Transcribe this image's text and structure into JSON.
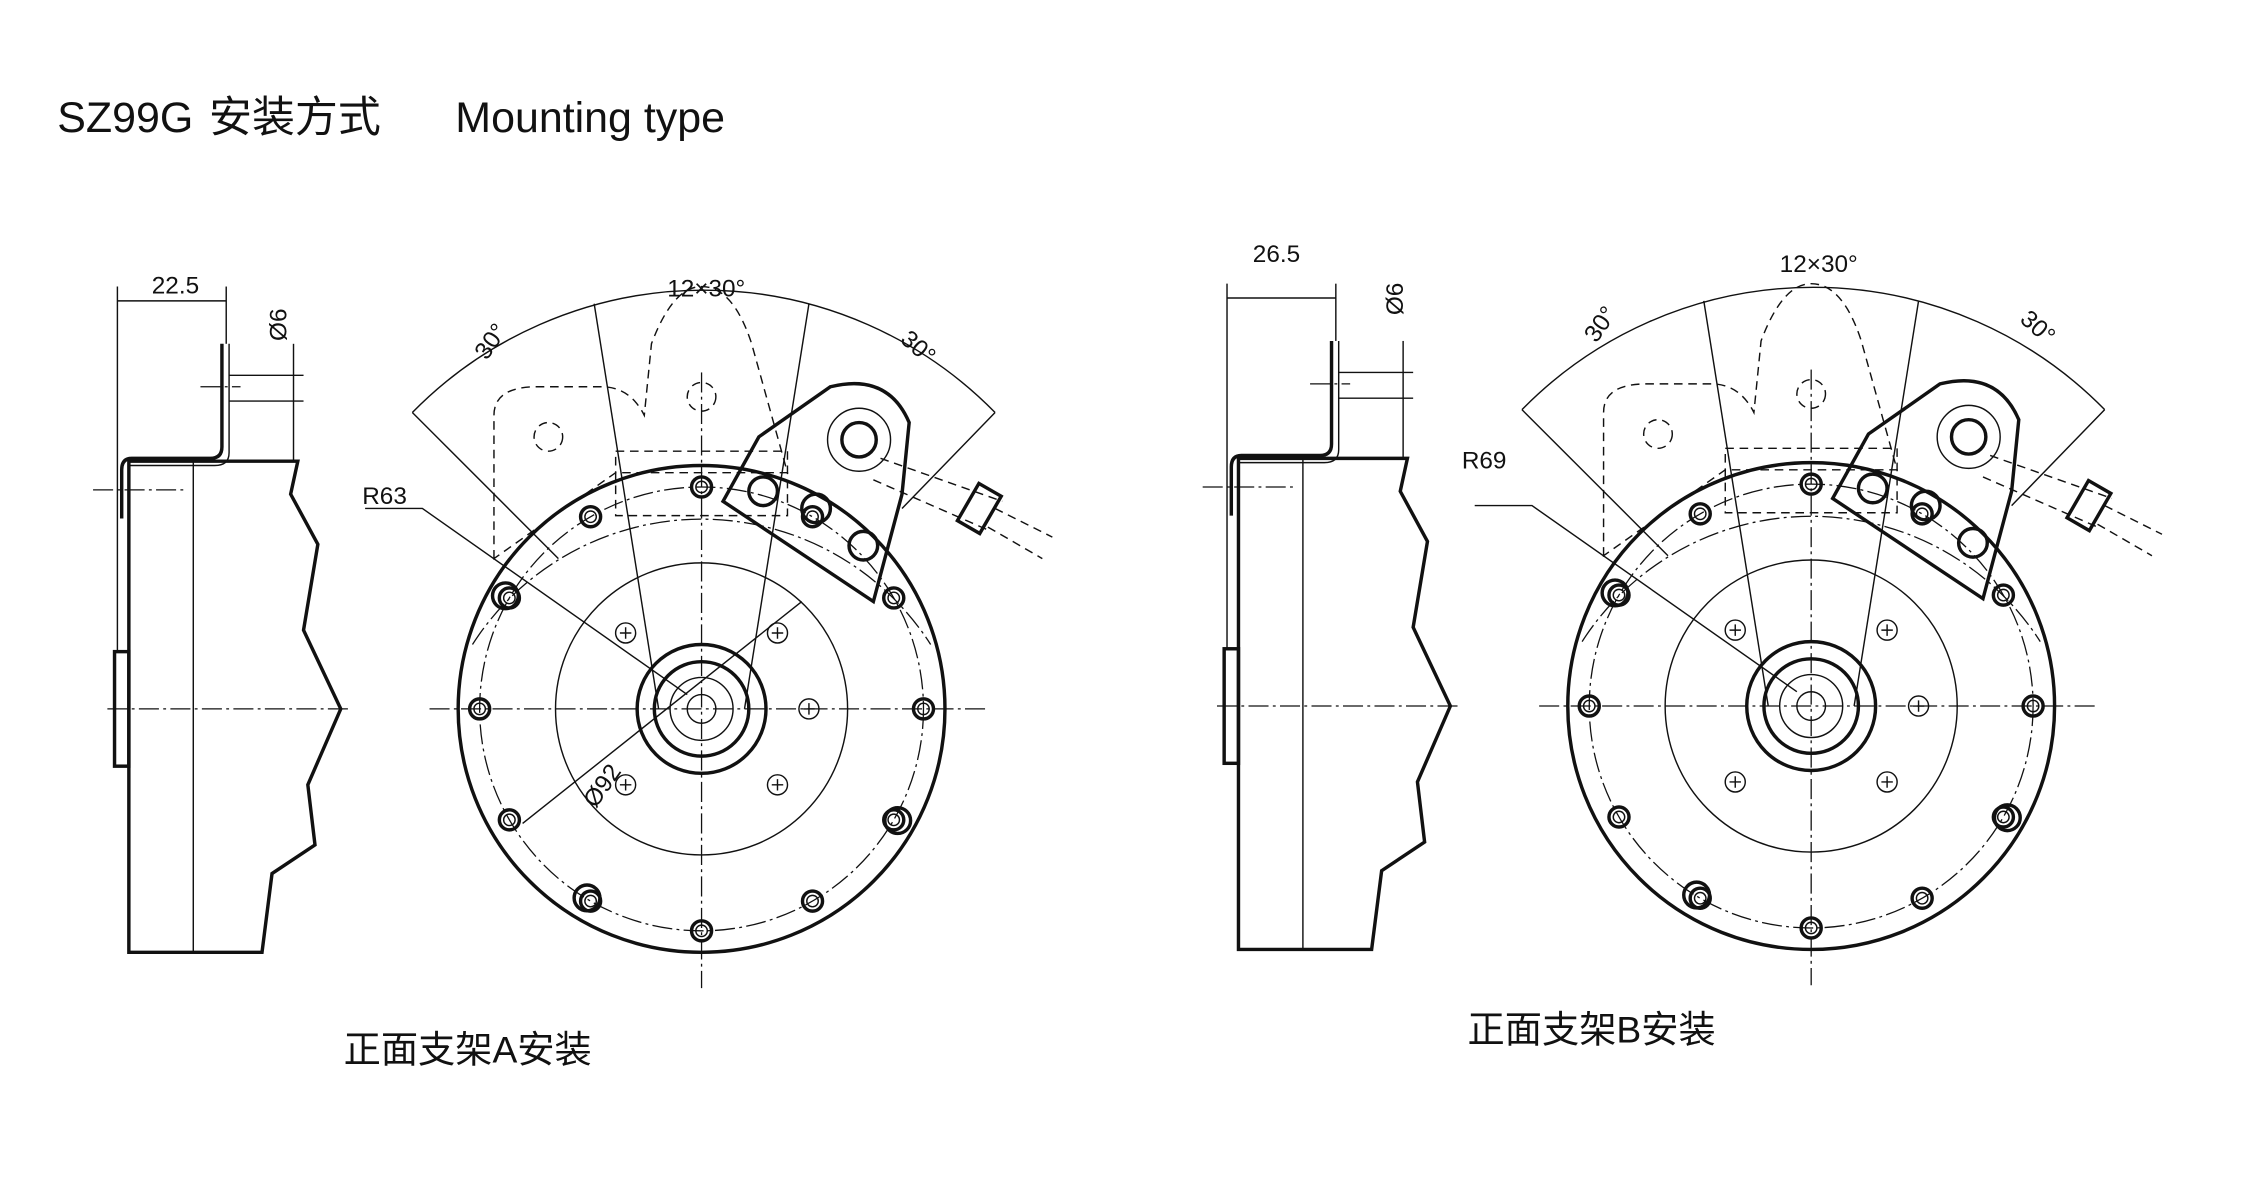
{
  "title": {
    "model": "SZ99G",
    "chinese": "安装方式",
    "english": "Mounting type"
  },
  "views": [
    {
      "id": "A",
      "side_width_dim": "22.5",
      "hole_dim": "Ø6",
      "angle_span": "12×30°",
      "angle_left": "30°",
      "angle_right": "30°",
      "radius_dim": "R63",
      "diameter_dim": "Ø92",
      "caption": "正面支架A安装"
    },
    {
      "id": "B",
      "side_width_dim": "26.5",
      "hole_dim": "Ø6",
      "angle_span": "12×30°",
      "angle_left": "30°",
      "angle_right": "30°",
      "radius_dim": "R69",
      "caption": "正面支架B安装"
    }
  ]
}
